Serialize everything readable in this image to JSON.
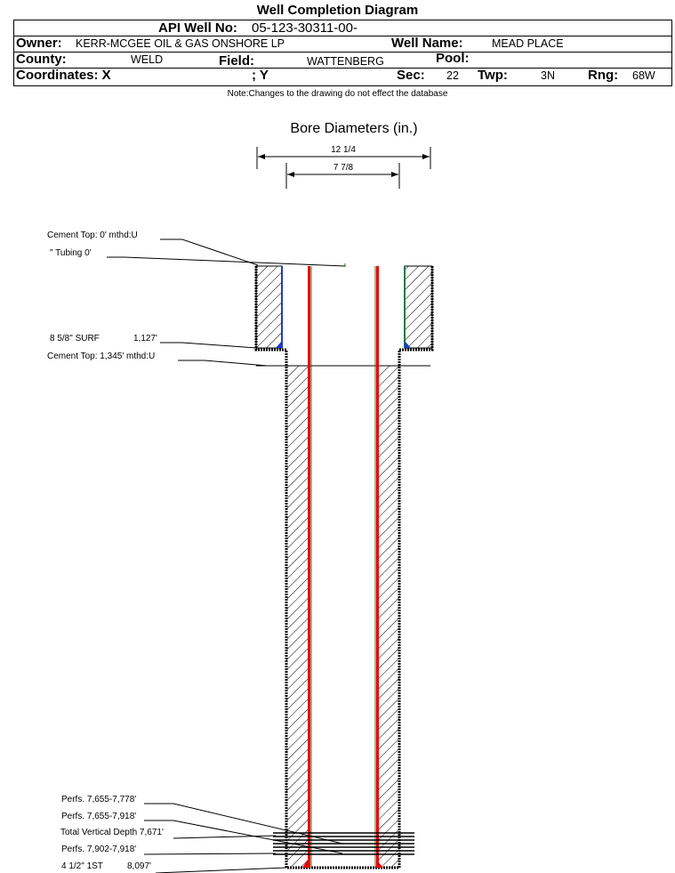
{
  "title": "Well Completion Diagram",
  "header": {
    "api_label": "API Well No:",
    "api_value": "05-123-30311-00-",
    "owner_label": "Owner:",
    "owner_value": "KERR-MCGEE OIL & GAS ONSHORE LP",
    "well_name_label": "Well Name:",
    "well_name_value": "MEAD PLACE",
    "county_label": "County:",
    "county_value": "WELD",
    "field_label": "Field:",
    "field_value": "WATTENBERG",
    "pool_label": "Pool:",
    "coord_label": "Coordinates: X",
    "coord_y_label": "; Y",
    "sec_label": "Sec:",
    "sec_value": "22",
    "twp_label": "Twp:",
    "twp_value": "3N",
    "rng_label": "Rng:",
    "rng_value": "68W"
  },
  "note": "Note:Changes to the drawing do not effect the database",
  "diagram": {
    "bore_title": "Bore Diameters (in.)",
    "bore_outer": "12 1/4",
    "bore_inner": "7 7/8",
    "labels": {
      "cement_top_1": "Cement Top: 0' mthd:U",
      "tubing": "\" Tubing 0'",
      "surface_casing": "8 5/8\" SURF",
      "surface_depth": "1,127'",
      "cement_top_2": "Cement Top: 1,345' mthd:U",
      "perf_1": "Perfs. 7,655-7,778'",
      "perf_2": "Perfs. 7,655-7,918'",
      "tvd": "Total Vertical Depth 7,671'",
      "perf_3": "Perfs. 7,902-7,918'",
      "prod_casing": "4 1/2\" 1ST",
      "prod_depth": "8,097'"
    }
  }
}
